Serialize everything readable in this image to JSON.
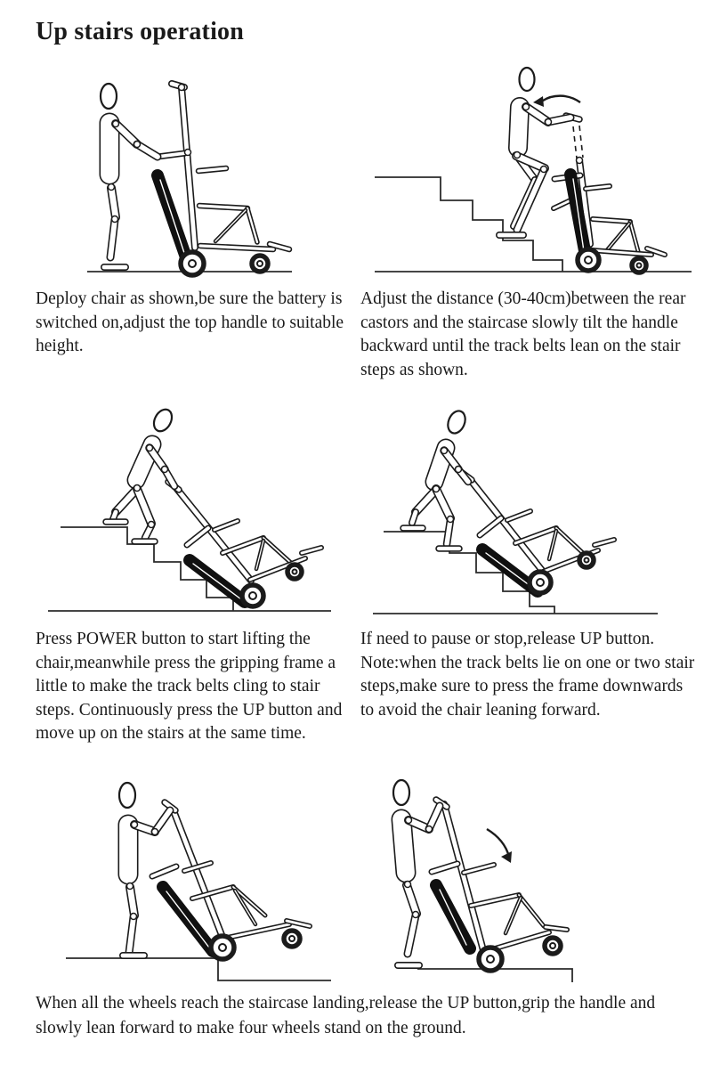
{
  "page": {
    "title": "Up stairs operation"
  },
  "colors": {
    "ink": "#1b1b1b",
    "background": "#ffffff"
  },
  "icons": {
    "tilt_back_arrow": "curved-left-arrow",
    "lean_forward_arrow": "curved-down-right-arrow"
  },
  "steps": [
    {
      "illustration": "deploy-chair-on-flat-ground",
      "caption": "Deploy chair as shown,be sure the battery is switched on,adjust the top handle to suitable height."
    },
    {
      "illustration": "tilt-chair-backward-at-staircase",
      "caption": "Adjust the distance (30-40cm)between the rear castors and the staircase slowly tilt the handle backward until the track belts lean on the stair steps as shown."
    },
    {
      "illustration": "climb-stairs-with-track-belts",
      "caption": "Press POWER button to start lifting the chair,meanwhile press the gripping frame a little to make the track belts cling to stair steps. Continuously press the UP button and move up on the stairs at the same time."
    },
    {
      "illustration": "pause-on-stairs",
      "caption": "If need to pause or stop,release UP button.\nNote:when the track belts lie on one or two stair steps,make sure to press the frame downwards to avoid the chair leaning forward."
    },
    {
      "illustration": "wheels-reach-landing",
      "caption": ""
    },
    {
      "illustration": "lean-forward-on-landing",
      "caption": ""
    }
  ],
  "footer": {
    "caption": "When all the wheels reach the staircase landing,release the UP button,grip the handle and slowly lean forward to make four wheels stand on the ground."
  }
}
